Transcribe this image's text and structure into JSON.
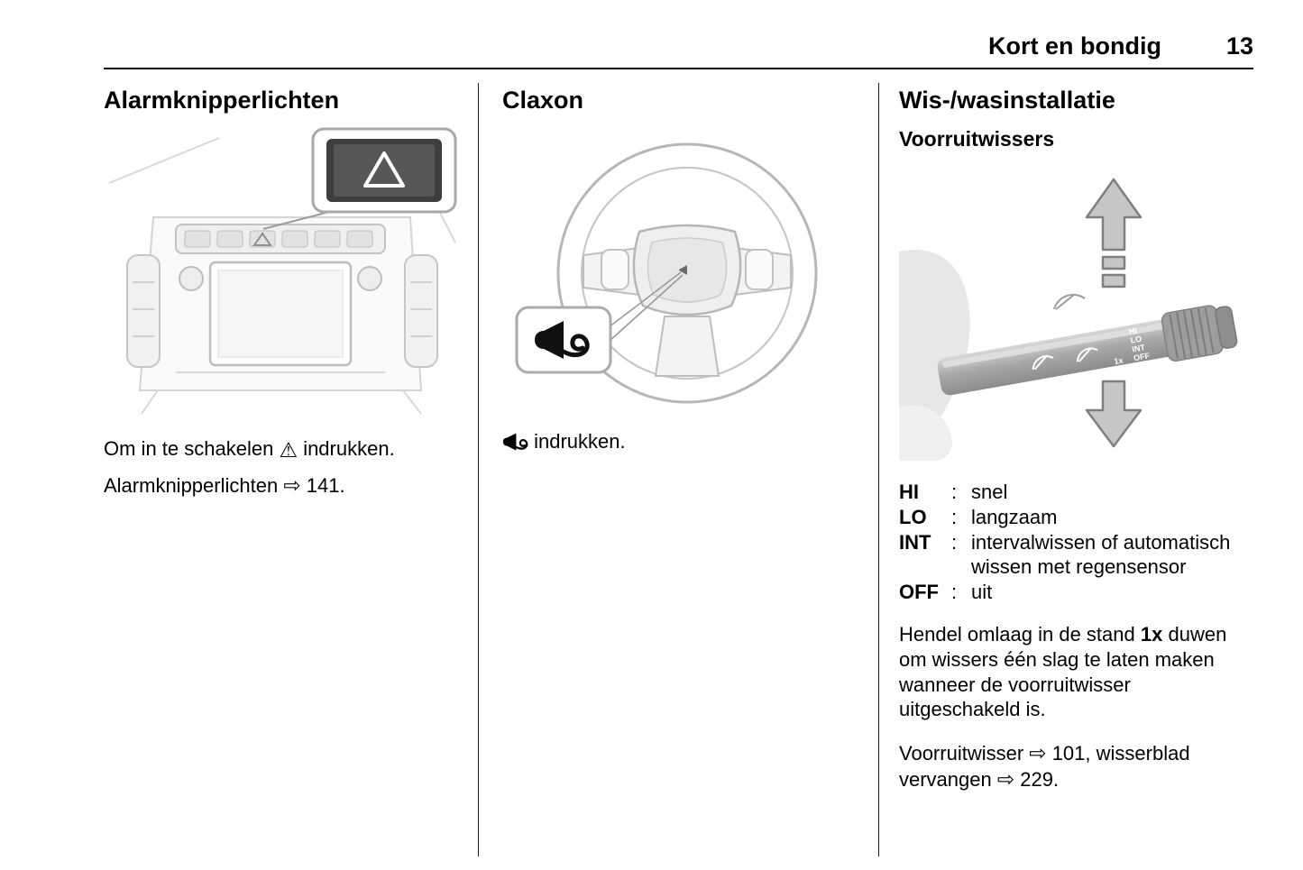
{
  "header": {
    "title": "Kort en bondig",
    "page_number": "13"
  },
  "icons": {
    "hazard": "⚠",
    "page_ref_arrow": "⇨",
    "horn": "horn-trumpet"
  },
  "left_column": {
    "heading": "Alarmknipperlichten",
    "activate_pre": "Om in te schakelen",
    "hazard_icon": "⚠",
    "activate_post": "indrukken.",
    "ref_text": "Alarmknipperlichten",
    "ref_arrow": "⇨",
    "ref_page": "141."
  },
  "middle_column": {
    "heading": "Claxon",
    "press_text": "indrukken."
  },
  "right_column": {
    "heading": "Wis-/wasinstallatie",
    "subheading": "Voorruitwissers",
    "positions": [
      {
        "label": "HI",
        "colon": ":",
        "desc": "snel"
      },
      {
        "label": "LO",
        "colon": ":",
        "desc": "langzaam"
      },
      {
        "label": "INT",
        "colon": ":",
        "desc": "intervalwissen of automatisch wissen met regensensor"
      },
      {
        "label": "OFF",
        "colon": ":",
        "desc": "uit"
      }
    ],
    "para1_pre": "Hendel omlaag in de stand",
    "para1_bold": "1x",
    "para1_post": "duwen om wissers één slag te laten maken wanneer de voorruitwisser uitgeschakeld is.",
    "para2_part1": "Voorruitwisser",
    "para2_arrow1": "⇨",
    "para2_part2": "101, wisserblad vervangen",
    "para2_arrow2": "⇨",
    "para2_part3": "229.",
    "stalk_labels": {
      "hi": "HI",
      "lo": "LO",
      "int": "INT",
      "off": "OFF",
      "once": "1x"
    }
  },
  "colors": {
    "art_gray": "#b6b6b6",
    "art_fill": "#ededed",
    "dark_button": "#3e3e3e",
    "text": "#000000"
  }
}
